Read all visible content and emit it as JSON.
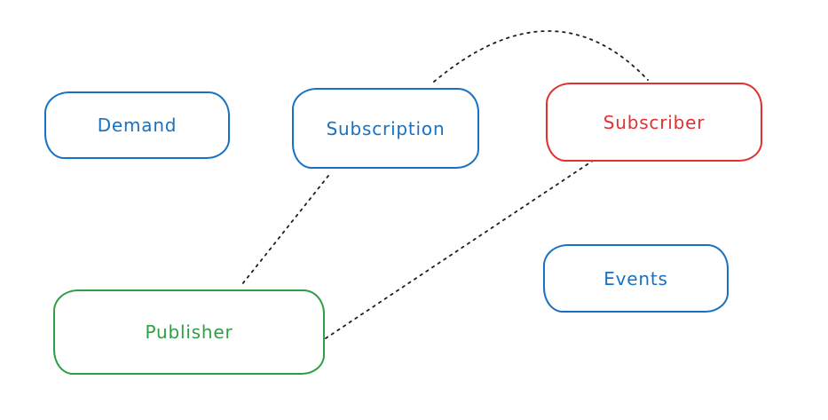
{
  "diagram": {
    "background_color": "#ffffff",
    "connector_color": "#1e1e1e",
    "connector_style": "dotted",
    "nodes": [
      {
        "id": "demand",
        "label": "Demand",
        "stroke_color": "#1971c2"
      },
      {
        "id": "subscription",
        "label": "Subscription",
        "stroke_color": "#1971c2"
      },
      {
        "id": "subscriber",
        "label": "Subscriber",
        "stroke_color": "#e03131"
      },
      {
        "id": "events",
        "label": "Events",
        "stroke_color": "#1971c2"
      },
      {
        "id": "publisher",
        "label": "Publisher",
        "stroke_color": "#2f9e44"
      }
    ],
    "connectors": [
      {
        "from": "subscription",
        "to": "subscriber",
        "shape": "arc-over-top",
        "style": "dotted"
      },
      {
        "from": "subscription",
        "to": "publisher",
        "shape": "straight",
        "style": "dotted"
      },
      {
        "from": "publisher",
        "to": "subscriber",
        "shape": "straight",
        "style": "dotted"
      }
    ]
  }
}
